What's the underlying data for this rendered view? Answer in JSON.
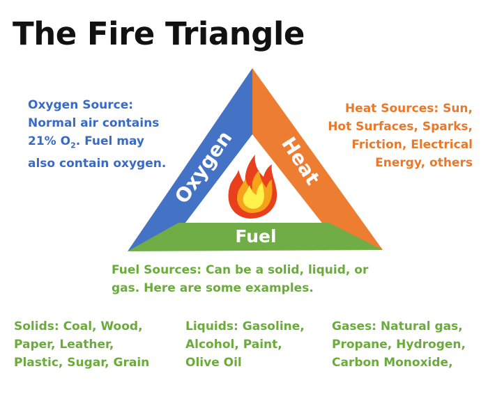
{
  "title": "The Fire Triangle",
  "triangle": {
    "left_label": "Oxygen",
    "right_label": "Heat",
    "bottom_label": "Fuel",
    "colors": {
      "oxygen": "#4472c4",
      "heat": "#ed7d31",
      "fuel": "#70ad47",
      "flame_outer": "#e8401c",
      "flame_mid": "#f7a21b",
      "flame_inner": "#fff24a"
    }
  },
  "oxygen_source": {
    "lines": [
      "Oxygen Source:",
      "Normal air contains",
      "Fuel may",
      "also contain oxygen."
    ],
    "o2_prefix": "21% O",
    "o2_sub": "2",
    "o2_suffix": ". "
  },
  "heat_sources": {
    "lines": [
      "Heat Sources: Sun,",
      "Hot Surfaces, Sparks,",
      "Friction, Electrical",
      "Energy, others"
    ]
  },
  "fuel_sources": {
    "lines": [
      "Fuel Sources: Can be a solid, liquid, or",
      "gas. Here are some examples."
    ]
  },
  "solids": {
    "lines": [
      "Solids: Coal, Wood,",
      "Paper, Leather,",
      "Plastic, Sugar, Grain"
    ]
  },
  "liquids": {
    "lines": [
      "Liquids: Gasoline,",
      "Alcohol, Paint,",
      "Olive Oil"
    ]
  },
  "gases": {
    "lines": [
      "Gases: Natural gas,",
      "Propane, Hydrogen,",
      "Carbon Monoxide,"
    ]
  }
}
